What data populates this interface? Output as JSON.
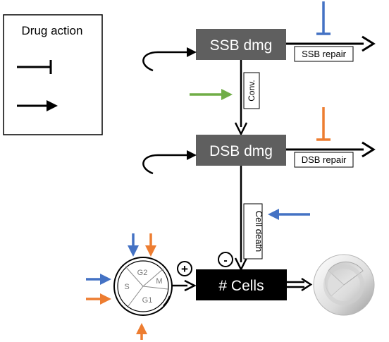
{
  "legend": {
    "title": "Drug action",
    "inhibit_symbol": "flat-head-inhibition-arrow",
    "activate_symbol": "arrowhead-activation-arrow"
  },
  "nodes": {
    "ssb": "SSB dmg",
    "dsb": "DSB dmg",
    "cells": "# Cells"
  },
  "edge_labels": {
    "ssb_repair": "SSB repair",
    "dsb_repair": "DSB repair",
    "conversion": "Conv.",
    "cell_death": "Cell death"
  },
  "signs": {
    "plus": "+",
    "minus": "-"
  },
  "cell_cycle": {
    "phases": [
      "G2",
      "M",
      "G1",
      "S"
    ]
  },
  "colors": {
    "node_fill_gray": "#5f5f5f",
    "node_fill_black": "#000000",
    "drug_blue": "#4472c4",
    "drug_orange": "#ed7d31",
    "drug_green": "#70ad47"
  }
}
